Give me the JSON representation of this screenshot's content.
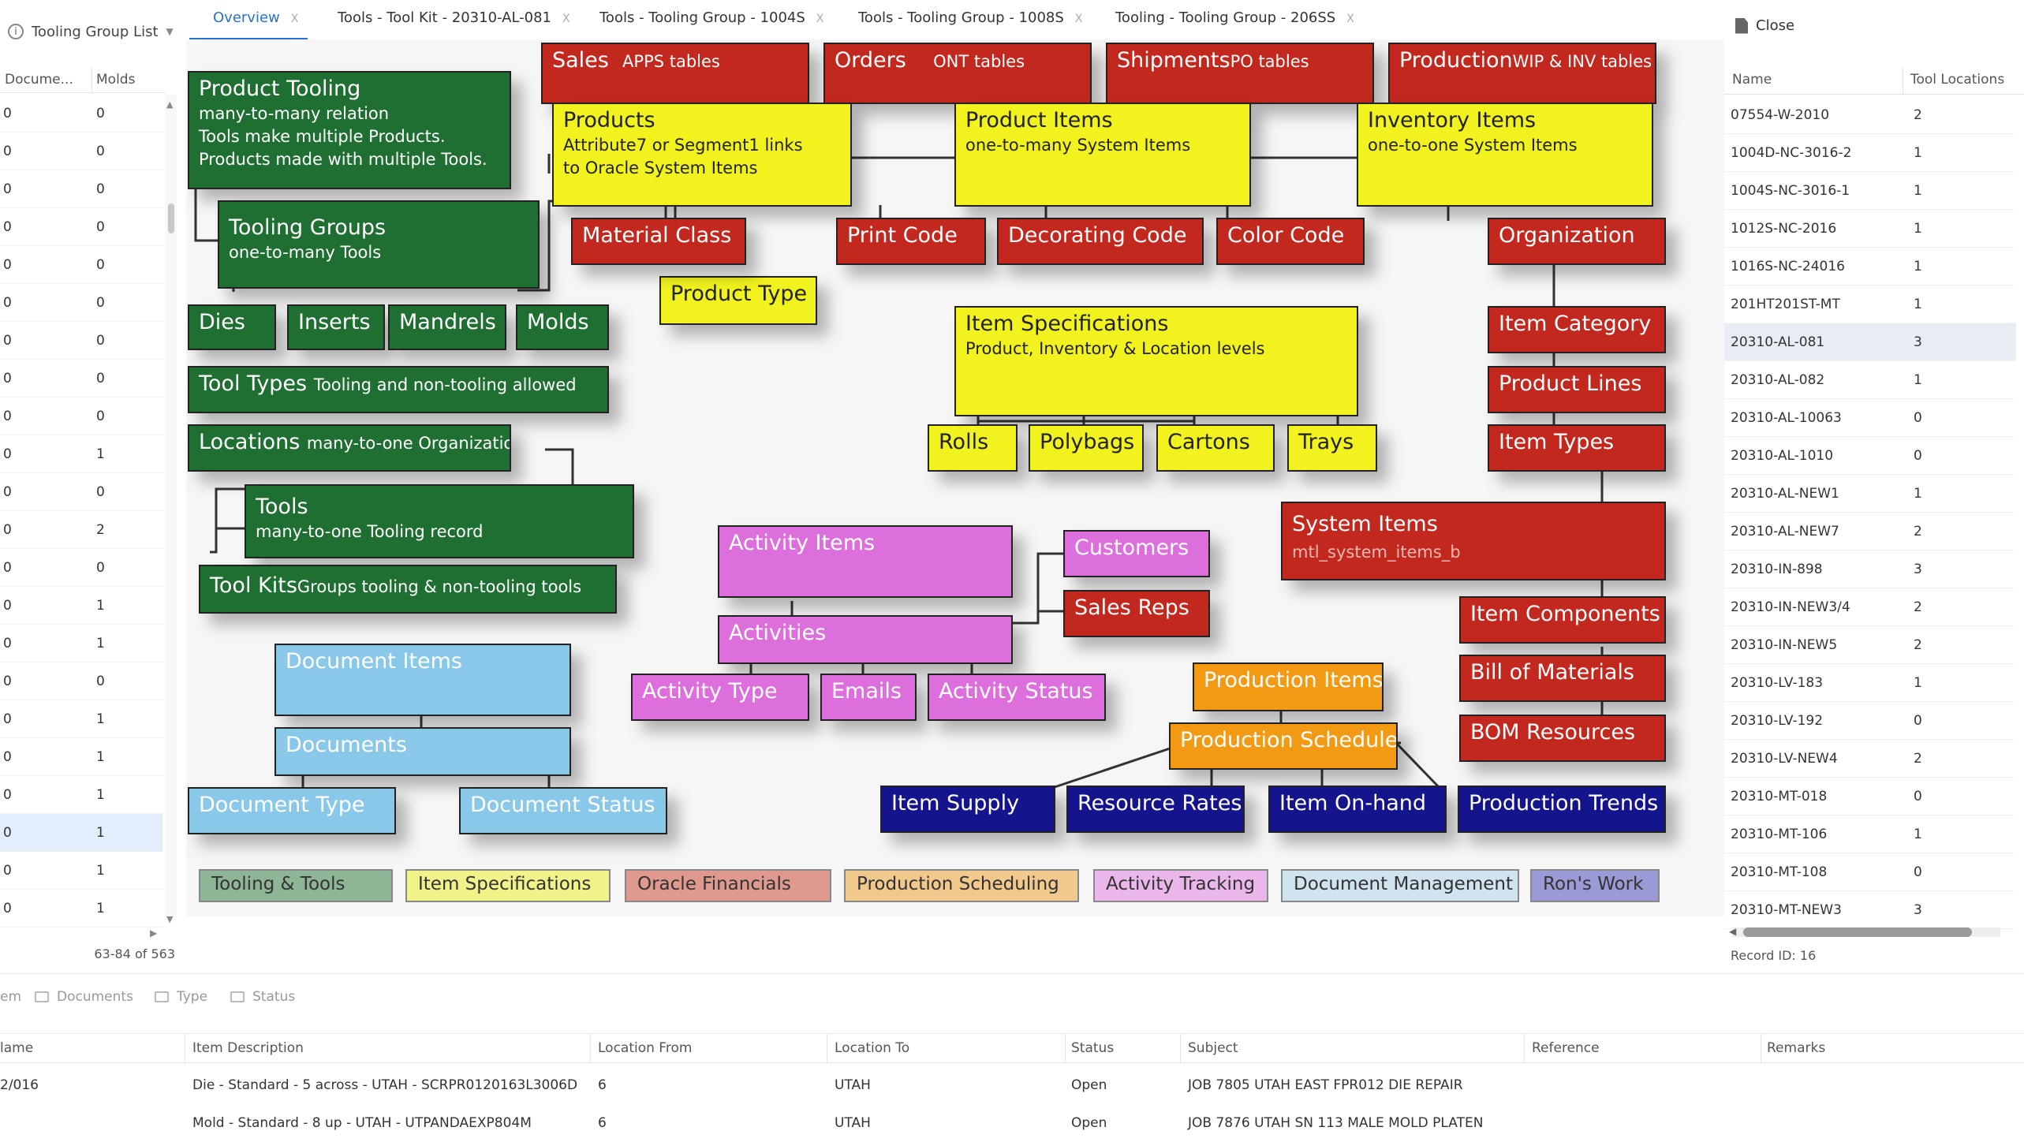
{
  "left_panel": {
    "title": "Tooling Group List",
    "columns": [
      "Docume...",
      "Molds"
    ],
    "rows": [
      [
        "0",
        "0"
      ],
      [
        "0",
        "0"
      ],
      [
        "0",
        "0"
      ],
      [
        "0",
        "0"
      ],
      [
        "0",
        "0"
      ],
      [
        "0",
        "0"
      ],
      [
        "0",
        "0"
      ],
      [
        "0",
        "0"
      ],
      [
        "0",
        "0"
      ],
      [
        "0",
        "1"
      ],
      [
        "0",
        "0"
      ],
      [
        "0",
        "2"
      ],
      [
        "0",
        "0"
      ],
      [
        "0",
        "1"
      ],
      [
        "0",
        "1"
      ],
      [
        "0",
        "0"
      ],
      [
        "0",
        "1"
      ],
      [
        "0",
        "1"
      ],
      [
        "0",
        "1"
      ],
      [
        "0",
        "1"
      ],
      [
        "0",
        "1"
      ],
      [
        "0",
        "1"
      ]
    ],
    "selected_row": 19,
    "record_count": "63-84 of 563"
  },
  "tabs": [
    {
      "label": "Overview",
      "close": "X",
      "active": true
    },
    {
      "label": "Tools - Tool Kit - 20310-AL-081",
      "close": "X",
      "active": false
    },
    {
      "label": "Tools - Tooling Group - 1004S",
      "close": "X",
      "active": false
    },
    {
      "label": "Tools - Tooling Group - 1008S",
      "close": "X",
      "active": false
    },
    {
      "label": "Tooling - Tooling Group - 206SS",
      "close": "X",
      "active": false
    }
  ],
  "diagram": {
    "oracle_headers": [
      {
        "title": "Sales",
        "sub": "APPS tables"
      },
      {
        "title": "Orders",
        "sub": "ONT tables"
      },
      {
        "title": "Shipments",
        "sub": "PO tables"
      },
      {
        "title": "Production",
        "sub": "WIP & INV tables"
      }
    ],
    "product_tooling": {
      "title": "Product Tooling",
      "lines": [
        "many-to-many relation",
        "Tools make multiple Products.",
        "Products made with multiple Tools."
      ]
    },
    "tooling_groups": {
      "title": "Tooling Groups",
      "sub": "one-to-many Tools"
    },
    "tool_kinds": [
      "Dies",
      "Inserts",
      "Mandrels",
      "Molds"
    ],
    "tool_types": {
      "title": "Tool Types",
      "sub": "Tooling and non-tooling allowed"
    },
    "locations": {
      "title": "Locations",
      "sub": "many-to-one Organization"
    },
    "tools": {
      "title": "Tools",
      "sub": "many-to-one Tooling record"
    },
    "tool_kits": {
      "title": "Tool Kits",
      "sub": "Groups tooling & non-tooling tools"
    },
    "products": {
      "title": "Products",
      "lines": [
        "Attribute7 or Segment1 links",
        "to Oracle System Items"
      ]
    },
    "product_items": {
      "title": "Product Items",
      "sub": "one-to-many System Items"
    },
    "inventory_items": {
      "title": "Inventory Items",
      "sub": "one-to-one System Items"
    },
    "material_class": "Material Class",
    "product_type": "Product Type",
    "print_code": "Print Code",
    "decorating_code": "Decorating Code",
    "color_code": "Color Code",
    "organization": "Organization",
    "item_specifications": {
      "title": "Item Specifications",
      "sub": "Product, Inventory & Location levels"
    },
    "spec_children": [
      "Rolls",
      "Polybags",
      "Cartons",
      "Trays"
    ],
    "item_category": "Item Category",
    "product_lines": "Product Lines",
    "item_types": "Item Types",
    "system_items": {
      "title": "System Items",
      "sub": "mtl_system_items_b"
    },
    "item_components": "Item Components",
    "bill_of_materials": "Bill of Materials",
    "bom_resources": "BOM Resources",
    "activity_items": "Activity Items",
    "activities": "Activities",
    "customers": "Customers",
    "sales_reps": "Sales Reps",
    "activity_type": "Activity Type",
    "emails": "Emails",
    "activity_status": "Activity Status",
    "document_items": "Document Items",
    "documents": "Documents",
    "document_type": "Document Type",
    "document_status": "Document Status",
    "production_items": "Production Items",
    "production_schedule": "Production Schedule",
    "item_supply": "Item Supply",
    "resource_rates": "Resource Rates",
    "item_onhand": "Item On-hand",
    "production_trends": "Production Trends",
    "legend": [
      {
        "label": "Tooling & Tools",
        "color": "#8fb597"
      },
      {
        "label": "Item Specifications",
        "color": "#f2f28a"
      },
      {
        "label": "Oracle Financials",
        "color": "#e0998f"
      },
      {
        "label": "Production Scheduling",
        "color": "#f2c98c"
      },
      {
        "label": "Activity Tracking",
        "color": "#ebb7eb"
      },
      {
        "label": "Document Management",
        "color": "#cfe4ee"
      },
      {
        "label": "Ron's Work",
        "color": "#9a9ad6"
      }
    ]
  },
  "right_panel": {
    "close_label": "Close",
    "columns": [
      "Name",
      "Tool Locations"
    ],
    "rows": [
      [
        "07554-W-2010",
        "2"
      ],
      [
        "1004D-NC-3016-2",
        "1"
      ],
      [
        "1004S-NC-3016-1",
        "1"
      ],
      [
        "1012S-NC-2016",
        "1"
      ],
      [
        "1016S-NC-24016",
        "1"
      ],
      [
        "201HT201ST-MT",
        "1"
      ],
      [
        "20310-AL-081",
        "3"
      ],
      [
        "20310-AL-082",
        "1"
      ],
      [
        "20310-AL-10063",
        "0"
      ],
      [
        "20310-AL-1010",
        "0"
      ],
      [
        "20310-AL-NEW1",
        "1"
      ],
      [
        "20310-AL-NEW7",
        "2"
      ],
      [
        "20310-IN-898",
        "3"
      ],
      [
        "20310-IN-NEW3/4",
        "2"
      ],
      [
        "20310-IN-NEW5",
        "2"
      ],
      [
        "20310-LV-183",
        "1"
      ],
      [
        "20310-LV-192",
        "0"
      ],
      [
        "20310-LV-NEW4",
        "2"
      ],
      [
        "20310-MT-018",
        "0"
      ],
      [
        "20310-MT-106",
        "1"
      ],
      [
        "20310-MT-108",
        "0"
      ],
      [
        "20310-MT-NEW3",
        "3"
      ]
    ],
    "selected_row": 6,
    "record_id": "Record ID: 16"
  },
  "bottom_panel": {
    "tabs": [
      "em",
      "Documents",
      "Type",
      "Status"
    ],
    "columns": [
      "lame",
      "Item Description",
      "Location From",
      "Location To",
      "Status",
      "Subject",
      "Reference",
      "Remarks"
    ],
    "rows": [
      [
        "2/016",
        "Die - Standard - 5 across - UTAH - SCRPR0120163L3006D",
        "6",
        "UTAH",
        "Open",
        "JOB 7805 UTAH EAST FPR012 DIE REPAIR",
        "",
        ""
      ],
      [
        "",
        "Mold - Standard - 8 up - UTAH - UTPANDAEXP804M",
        "6",
        "UTAH",
        "Open",
        "JOB 7876 UTAH SN 113 MALE MOLD PLATEN",
        "",
        ""
      ]
    ]
  }
}
